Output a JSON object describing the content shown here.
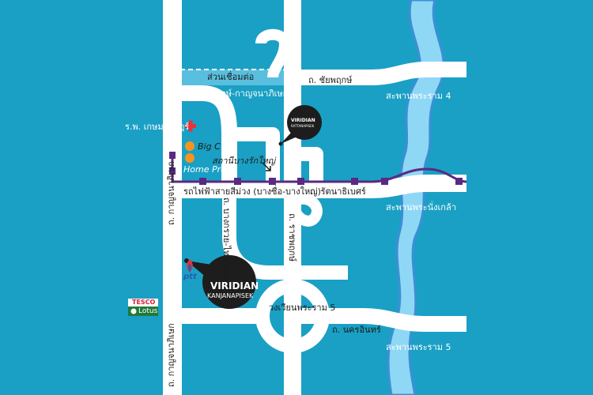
{
  "colors": {
    "water": "#1aa0c4",
    "road": "#ffffff",
    "river": "#8fd8f5",
    "river_edge": "#3d8fd6",
    "rail": "#5a2a82",
    "hospital": "#e8323a",
    "landmark_dot": "#f7941d",
    "pin": "#1d1d1d",
    "tesco_red": "#e31837",
    "lotus_green": "#1f7a3a"
  },
  "labels": {
    "connector_road": "ส่วนเชื่อมต่อ",
    "ratchaphruek_kanchana": "ถ. ราชพฤกษ์-กาญจนาภิเษก",
    "chaiyaphruek": "ถ. ชัยพฤกษ์",
    "rama4_bridge": "สะพานพระราม 4",
    "hospital": "ร.พ. เกษมราษฎร์",
    "big_c": "Big C",
    "home_pro": "Home Pro",
    "bang_yai_station": "สถานีบางรักใหญ่",
    "purple_line": "รถไฟฟ้าสายสีม่วง (บางซื่อ-บางใหญ่)",
    "rattanathibet": "ถ. รัตนาธิเบศร์",
    "nonthaburi_bridge": "สะพานพระนั่งเกล้า",
    "kanchanaphisek_top": "ถ. กาญจนาภิเษก",
    "bang_kruai_sai_noi": "ถ. บางกรวย-ไทรน้อย",
    "ratchaphruek": "ถ. ราชพฤกษ์",
    "rama5_circle": "วงเวียนพระราม 5",
    "nakhon_in": "ถ. นครอินทร์",
    "rama5_bridge": "สะพานพระราม 5",
    "kanchanaphisek_bottom": "ถ. กาญจนาภิเษก",
    "ptt": "ptt",
    "tesco": "TESCO",
    "lotus": "Lotus"
  },
  "pins": {
    "ratanapisek": {
      "brand": "VIRIDIAN",
      "sub": "RATTANAPISEK"
    },
    "kanjanapisek": {
      "brand": "VIRIDIAN",
      "sub": "KANJANAPISEK"
    }
  }
}
